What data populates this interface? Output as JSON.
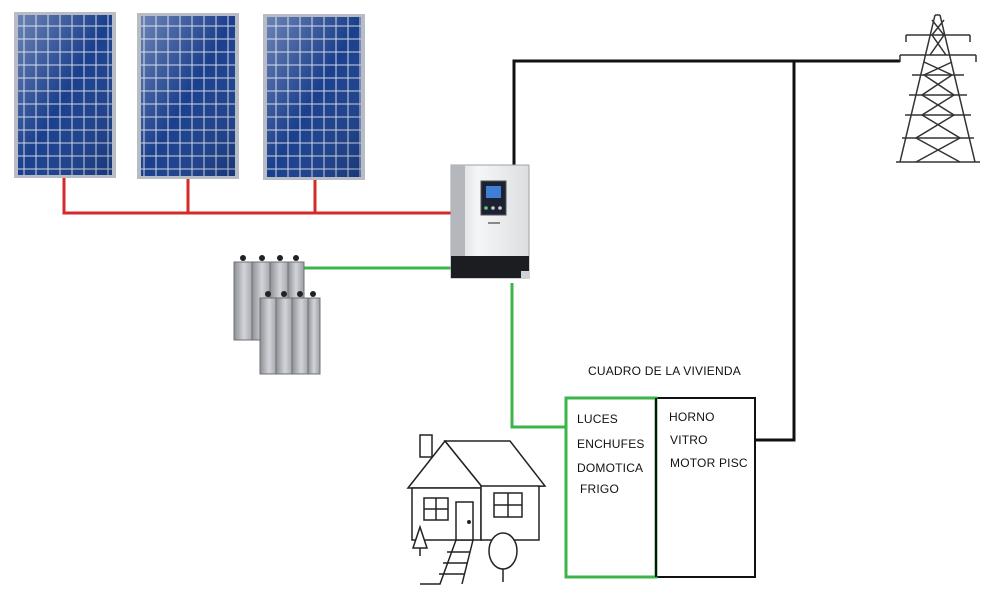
{
  "diagram": {
    "panel_title": "CUADRO DE LA VIVIENDA",
    "left_circuits": [
      "LUCES",
      "ENCHUFES",
      "DOMOTICA",
      "FRIGO"
    ],
    "right_circuits": [
      "HORNO",
      "VITRO",
      "MOTOR PISC"
    ],
    "colors": {
      "solar_wire": "#d42a2a",
      "battery_wire": "#3bb54a",
      "grid_wire": "#111111",
      "panel_blue": "#1b3f8c",
      "panel_frame": "#b8bcc4"
    },
    "icons": [
      "solar-panel-icon",
      "inverter-icon",
      "battery-bank-icon",
      "power-tower-icon",
      "house-icon"
    ]
  }
}
